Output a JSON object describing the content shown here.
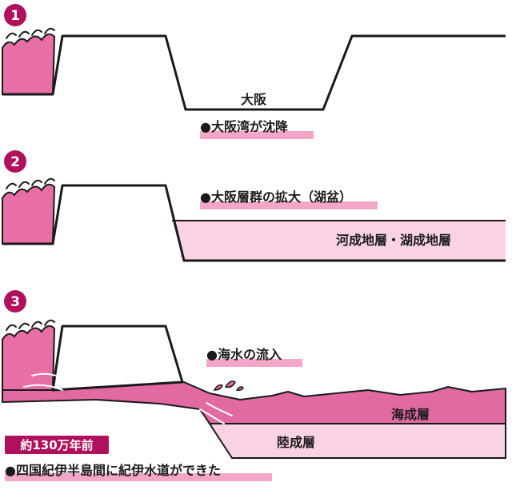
{
  "colors": {
    "outline": "#1a1a1a",
    "sea_pink": "#e76fa6",
    "light_pink": "#f9d3e5",
    "marine_pink": "#e06aa1",
    "label_bar": "#f4a6c9",
    "bullet": "#8a0e4e",
    "badge": "#b0105c"
  },
  "panel1": {
    "step": "1",
    "basin_label": "大阪",
    "caption": "●大阪湾が沈降"
  },
  "panel2": {
    "step": "2",
    "caption": "●大阪層群の拡大（湖盆）",
    "layer_label": "河成地層・湖成地層"
  },
  "panel3": {
    "step": "3",
    "caption": "●海水の流入",
    "marine_layer_label": "海成層",
    "land_layer_label": "陸成層",
    "era_badge": "約130万年前",
    "bottom_caption": "●四国紀伊半島間に紀伊水道ができた"
  }
}
